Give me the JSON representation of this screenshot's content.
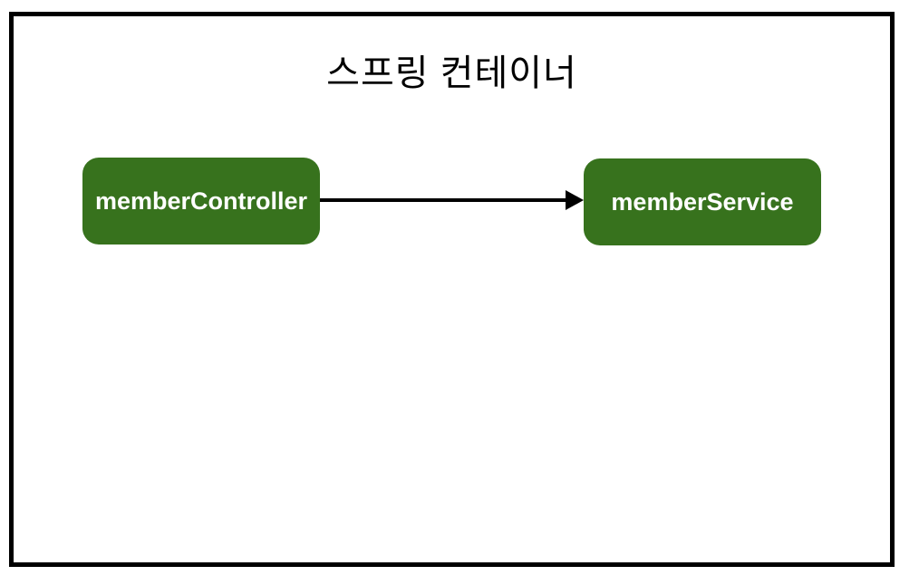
{
  "diagram": {
    "title": "스프링 컨테이너",
    "nodes": [
      {
        "id": "memberController",
        "label": "memberController"
      },
      {
        "id": "memberService",
        "label": "memberService"
      }
    ],
    "edges": [
      {
        "from": "memberController",
        "to": "memberService",
        "style": "solid",
        "arrowhead": "filled-triangle"
      }
    ],
    "colors": {
      "node_fill": "#37721d",
      "node_text": "#ffffff",
      "frame_border": "#000000",
      "arrow": "#000000",
      "background": "#ffffff",
      "title_text": "#000000"
    }
  }
}
